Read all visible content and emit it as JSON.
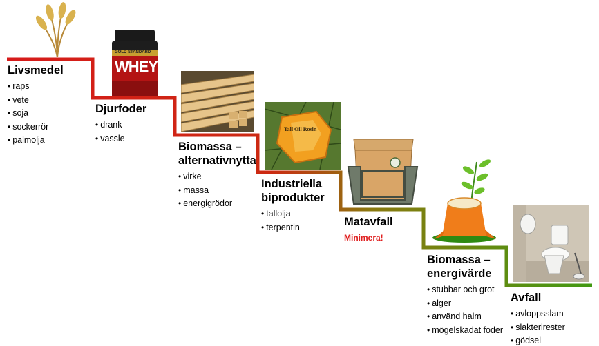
{
  "steps": [
    {
      "title": "Livsmedel",
      "items": [
        "raps",
        "vete",
        "soja",
        "sockerrör",
        "palmolja"
      ]
    },
    {
      "title": "Djurfoder",
      "items": [
        "drank",
        "vassle"
      ]
    },
    {
      "title_lines": [
        "Biomassa –",
        "alternativnytta"
      ],
      "items": [
        "virke",
        "massa",
        "energigrödor"
      ]
    },
    {
      "title_lines": [
        "Industriella",
        "biprodukter"
      ],
      "items": [
        "tallolja",
        "terpentin"
      ]
    },
    {
      "title": "Matavfall",
      "note": "Minimera!",
      "items": []
    },
    {
      "title_lines": [
        "Biomassa –",
        "energivärde"
      ],
      "items": [
        "stubbar och grot",
        "alger",
        "använd halm",
        "mögelskadat foder"
      ]
    },
    {
      "title": "Avfall",
      "items": [
        "avloppsslam",
        "slakterirester",
        "gödsel"
      ]
    }
  ],
  "images": {
    "whey_jar": {
      "label_top": "GOLD STANDARD",
      "label_main": "WHEY"
    },
    "rosin": {
      "label": "Tall Oil Rosin"
    }
  },
  "colors": {
    "stair_top": "#d71a1a",
    "stair_middle": "#cc2a12",
    "stair_bottom": "#3f9a12",
    "note": "#e02020"
  }
}
